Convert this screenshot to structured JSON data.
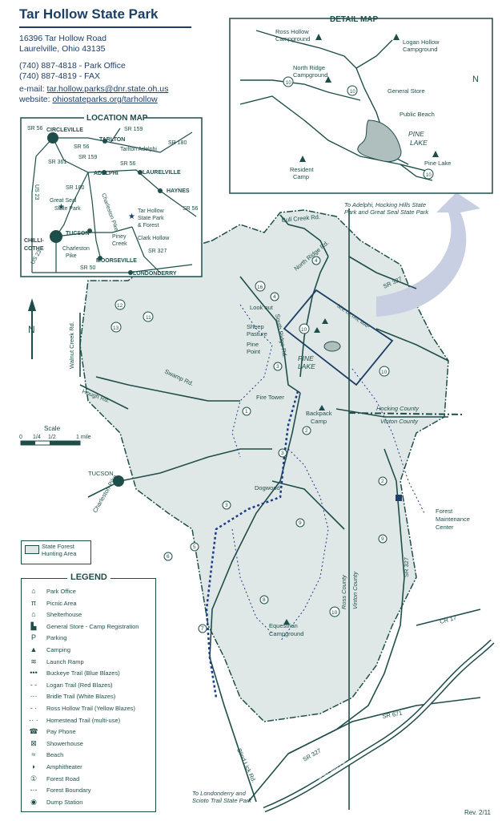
{
  "header": {
    "title": "Tar Hollow State Park",
    "address_line1": "16396 Tar Hollow Road",
    "address_line2": "Laurelville, Ohio 43135",
    "phone_office": "(740) 887-4818 - Park Office",
    "phone_fax": "(740) 887-4819 - FAX",
    "email_label": "e-mail: ",
    "email": "tar.hollow.parks@dnr.state.oh.us",
    "website_label": "website: ",
    "website": "ohiostateparks.org/tarhollow"
  },
  "location_map": {
    "title": "LOCATION MAP",
    "places": [
      "CIRCLEVILLE",
      "TARLTON",
      "Tarlton Adelphi",
      "ADELPHI",
      "LAURELVILLE",
      "HAYNES",
      "Great Seal State Park",
      "Tar Hollow State Park & Forest",
      "TUCSON",
      "CHILLI-COTHE",
      "Charleston Pike",
      "Piney Creek",
      "Clark Hollow",
      "MOORSEVILLE",
      "LONDONDERRY"
    ],
    "roads": [
      "SR 56",
      "SR 159",
      "SR 180",
      "SR 361",
      "US 23",
      "SR 327",
      "SR 50"
    ]
  },
  "detail_map": {
    "title": "DETAIL MAP",
    "places": [
      "Ross Hollow Campground",
      "Logan Hollow Campground",
      "North Ridge Campground",
      "General Store",
      "Public Beach",
      "PINE LAKE",
      "Pine Lake",
      "Resident Camp"
    ],
    "north": "N"
  },
  "main_map": {
    "places": [
      "Bull Creek Rd.",
      "North Ridge Rd.",
      "To Adelphi, Hocking Hills State Park and Great Seal State Park",
      "SR 327",
      "SEE DETAIL MAP",
      "Look out",
      "Sheep Pasture",
      "Pine Point",
      "South Ridge Rd.",
      "PINE LAKE",
      "Fire Tower",
      "Backpack Camp",
      "Hocking County",
      "Vinton County",
      "Walnut Creek Rd.",
      "Hough Rd.",
      "Swamp Rd.",
      "TUCSON",
      "Charleston Pike",
      "Dogwood",
      "Forest Maintenance Center",
      "Ross County",
      "Vinton County",
      "SR 327",
      "CR 17",
      "Equestrian Campground",
      "SR 671",
      "SR 327",
      "SALT CREEK",
      "Blind Lick Rd.",
      "To Londonderry and Scioto Trail State Park"
    ],
    "forest_roads": [
      "16",
      "4",
      "4",
      "10",
      "10",
      "12",
      "13",
      "11",
      "3",
      "1",
      "2",
      "3",
      "3",
      "2",
      "9",
      "9",
      "5",
      "6",
      "7",
      "8",
      "4",
      "10",
      "10"
    ],
    "scale_label": "Scale",
    "scale_ticks": [
      "0",
      "1/4",
      "1/2",
      "1 mile"
    ],
    "north": "N"
  },
  "legend": {
    "title": "LEGEND",
    "hunting_area": "State Forest Hunting Area",
    "items": [
      {
        "icon": "park-office-icon",
        "glyph": "⌂",
        "label": "Park Office"
      },
      {
        "icon": "picnic-area-icon",
        "glyph": "π",
        "label": "Picnic Area"
      },
      {
        "icon": "shelterhouse-icon",
        "glyph": "⌂",
        "label": "Shelterhouse"
      },
      {
        "icon": "general-store-icon",
        "glyph": "▙",
        "label": "General Store - Camp Registration"
      },
      {
        "icon": "parking-icon",
        "glyph": "P",
        "label": "Parking"
      },
      {
        "icon": "camping-icon",
        "glyph": "▲",
        "label": "Camping"
      },
      {
        "icon": "launch-ramp-icon",
        "glyph": "≋",
        "label": "Launch Ramp"
      },
      {
        "icon": "buckeye-trail-icon",
        "glyph": "•••",
        "label": "Buckeye Trail (Blue Blazes)"
      },
      {
        "icon": "logan-trail-icon",
        "glyph": "- -",
        "label": "Logan Trail (Red Blazes)"
      },
      {
        "icon": "bridle-trail-icon",
        "glyph": "···",
        "label": "Bridle Trail (White Blazes)"
      },
      {
        "icon": "ross-hollow-trail-icon",
        "glyph": "- ·",
        "label": "Ross Hollow Trail (Yellow Blazes)"
      },
      {
        "icon": "homestead-trail-icon",
        "glyph": "·· ·",
        "label": "Homestead Trail (multi-use)"
      },
      {
        "icon": "pay-phone-icon",
        "glyph": "☎",
        "label": "Pay Phone"
      },
      {
        "icon": "showerhouse-icon",
        "glyph": "⊠",
        "label": "Showerhouse"
      },
      {
        "icon": "beach-icon",
        "glyph": "≈",
        "label": "Beach"
      },
      {
        "icon": "amphitheater-icon",
        "glyph": "◗",
        "label": "Amphitheater"
      },
      {
        "icon": "forest-road-icon",
        "glyph": "①",
        "label": "Forest Road"
      },
      {
        "icon": "forest-boundary-icon",
        "glyph": "-·-",
        "label": "Forest Boundary"
      },
      {
        "icon": "dump-station-icon",
        "glyph": "◉",
        "label": "Dump Station"
      }
    ]
  },
  "footer": {
    "revision": "Rev. 2/11"
  },
  "colors": {
    "ink": "#1f4e4a",
    "title": "#1d3f66",
    "forest_fill": "#dfe8e6",
    "arrow": "#c9cfe3",
    "trail_blue": "#1e3c8a",
    "lake": "#aebfbd"
  }
}
